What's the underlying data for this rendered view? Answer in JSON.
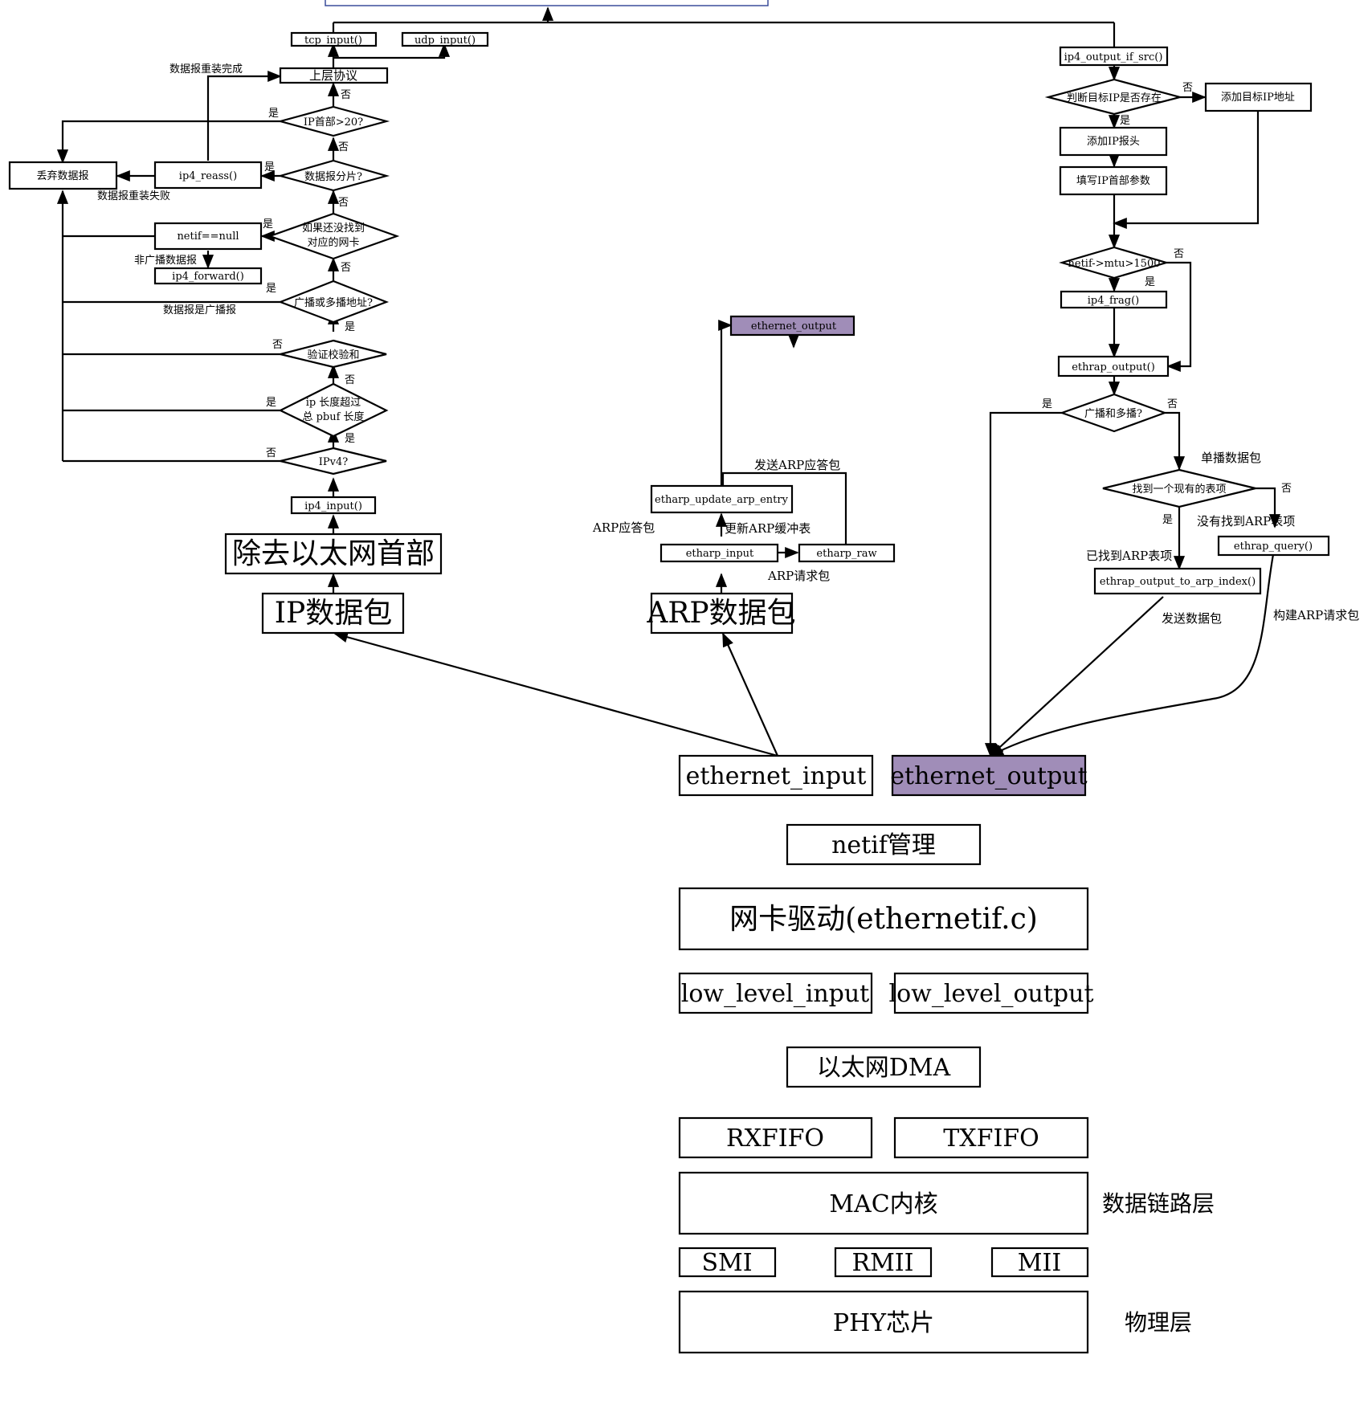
{
  "colors": {
    "line": "#000000",
    "highlight": "#a08db8",
    "top_border": "#3a4d9a",
    "background": "#ffffff"
  },
  "ip_path": {
    "tcp_input": "tcp_input()",
    "udp_input": "udp_input()",
    "upper_protocol": "上层协议",
    "reassembly_done": "数据报重装完成",
    "ip_header_check": "IP首部>20?",
    "fragment_check": "数据报分片?",
    "ip4_reass": "ip4_reass()",
    "discard": "丢弃数据报",
    "reassembly_failed": "数据报重装失败",
    "netif_lookup_line1": "如果还没找到",
    "netif_lookup_line2": "对应的网卡",
    "netif_null": "netif==null",
    "non_broadcast": "非广播数据报",
    "ip4_forward": "ip4_forward()",
    "broadcast_check": "广播或多播地址?",
    "is_broadcast": "数据报是广播报",
    "checksum": "验证校验和",
    "length_line1": "ip 长度超过",
    "length_line2": "总 pbuf 长度",
    "ipv4_check": "IPv4?",
    "ip4_input": "ip4_input()",
    "strip_header": "除去以太网首部",
    "ip_packet": "IP数据包"
  },
  "arp_path": {
    "ethernet_output": "ethernet_output",
    "send_arp_reply": "发送ARP应答包",
    "etharp_update": "etharp_update_arp_entry",
    "arp_reply_packet": "ARP应答包",
    "update_cache": "更新ARP缓冲表",
    "etharp_input": "etharp_input",
    "etharp_raw": "etharp_raw",
    "arp_request_packet": "ARP请求包",
    "arp_packet": "ARP数据包"
  },
  "output_path": {
    "ip4_output_if_src": "ip4_output_if_src()",
    "target_ip_exists": "判断目标IP是否存在",
    "add_target_ip": "添加目标IP地址",
    "add_ip_header": "添加IP报头",
    "fill_ip_params": "填写IP首部参数",
    "mtu_check": "netif->mtu>1500",
    "ip4_frag": "ip4_frag()",
    "ethrap_output": "ethrap_output()",
    "broadcast_multicast": "广播和多播?",
    "unicast_packet": "单播数据包",
    "find_entry": "找到一个现有的表项",
    "no_arp_entry": "没有找到ARP表项",
    "ethrap_query": "ethrap_query()",
    "found_arp_entry": "已找到ARP表项",
    "output_to_arp_index": "ethrap_output_to_arp_index()",
    "send_packet": "发送数据包",
    "build_arp_request": "构建ARP请求包"
  },
  "edge_labels": {
    "yes": "是",
    "no": "否"
  },
  "stack": {
    "ethernet_input": "ethernet_input",
    "ethernet_output": "ethernet_output",
    "netif_manage": "netif管理",
    "nic_driver": "网卡驱动(ethernetif.c)",
    "low_level_input": "low_level_input",
    "low_level_output": "low_level_output",
    "ethernet_dma": "以太网DMA",
    "rxfifo": "RXFIFO",
    "txfifo": "TXFIFO",
    "mac_core": "MAC内核",
    "smi": "SMI",
    "rmii": "RMII",
    "mii": "MII",
    "phy_chip": "PHY芯片",
    "data_link_layer": "数据链路层",
    "physical_layer": "物理层"
  }
}
